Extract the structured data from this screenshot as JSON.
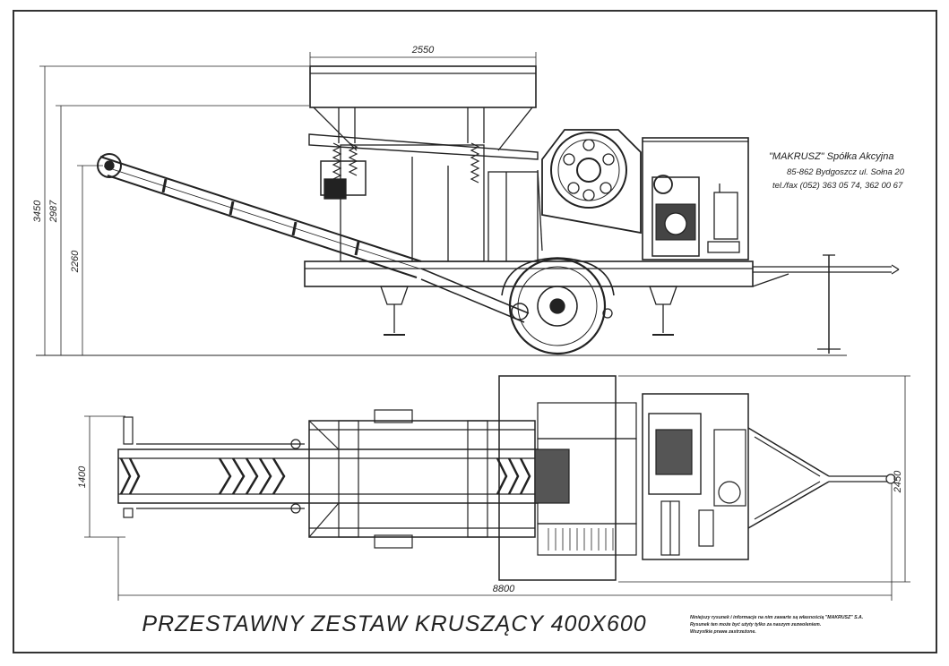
{
  "drawing": {
    "title": "PRZESTAWNY ZESTAW KRUSZĄCY 400X600",
    "company": {
      "name": "\"MAKRUSZ\" Spółka Akcyjna",
      "address": "85-862 Bydgoszcz ul. Sołna 20",
      "phone": "tel./fax (052) 363 05 74, 362 00 67"
    },
    "copyright_note": [
      "Niniejszy rysunek i informacje na nim zawarte są własnością \"MAKRUSZ\" S.A.",
      "Rysunek ten może być użyty tylko za naszym zezwoleniem.",
      "Wszystkie prawa zastrzeżone."
    ],
    "dimensions": {
      "hopper_width": "2550",
      "height_total": "3450",
      "height_hopper": "2987",
      "height_conveyor": "2260",
      "width_conveyor": "1400",
      "width_total": "2450",
      "length_total": "8800"
    }
  }
}
